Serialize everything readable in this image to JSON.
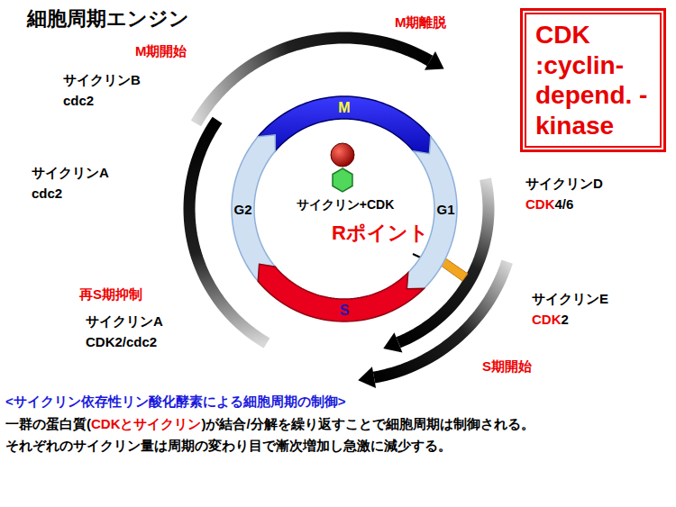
{
  "diagram": {
    "title": "細胞周期エンジン",
    "caption": "<サイクリン依存性リン酸化酵素による細胞周期の制御>",
    "nodes": [
      {
        "text": [
          "CDK :cyclin- depend. -kinase"
        ]
      },
      {
        "text": [
          "M"
        ]
      },
      {
        "text": [
          "G2"
        ]
      },
      {
        "text": [
          "G1"
        ]
      },
      {
        "text": [
          "S"
        ]
      }
    ],
    "labels": [
      "M期離脱",
      "M期開始",
      "サイクリンB",
      "cdc2",
      "サイクリンA",
      "cdc2",
      "サイクリン+CDK",
      "Rポイント",
      "サイクリンD",
      "CDK4/6",
      "再S期抑制",
      "サイクリンE",
      "CDK2",
      "サイクリンA",
      "CDK2/cdc2",
      "S期開始",
      "一群の蛋白質(CDKとサイクリン)が結合/分解を繰り返すことで細胞周期は制御される。",
      "それぞれのサイクリン量は周期の変わり目で漸次増加し急激に減少する。"
    ]
  }
}
